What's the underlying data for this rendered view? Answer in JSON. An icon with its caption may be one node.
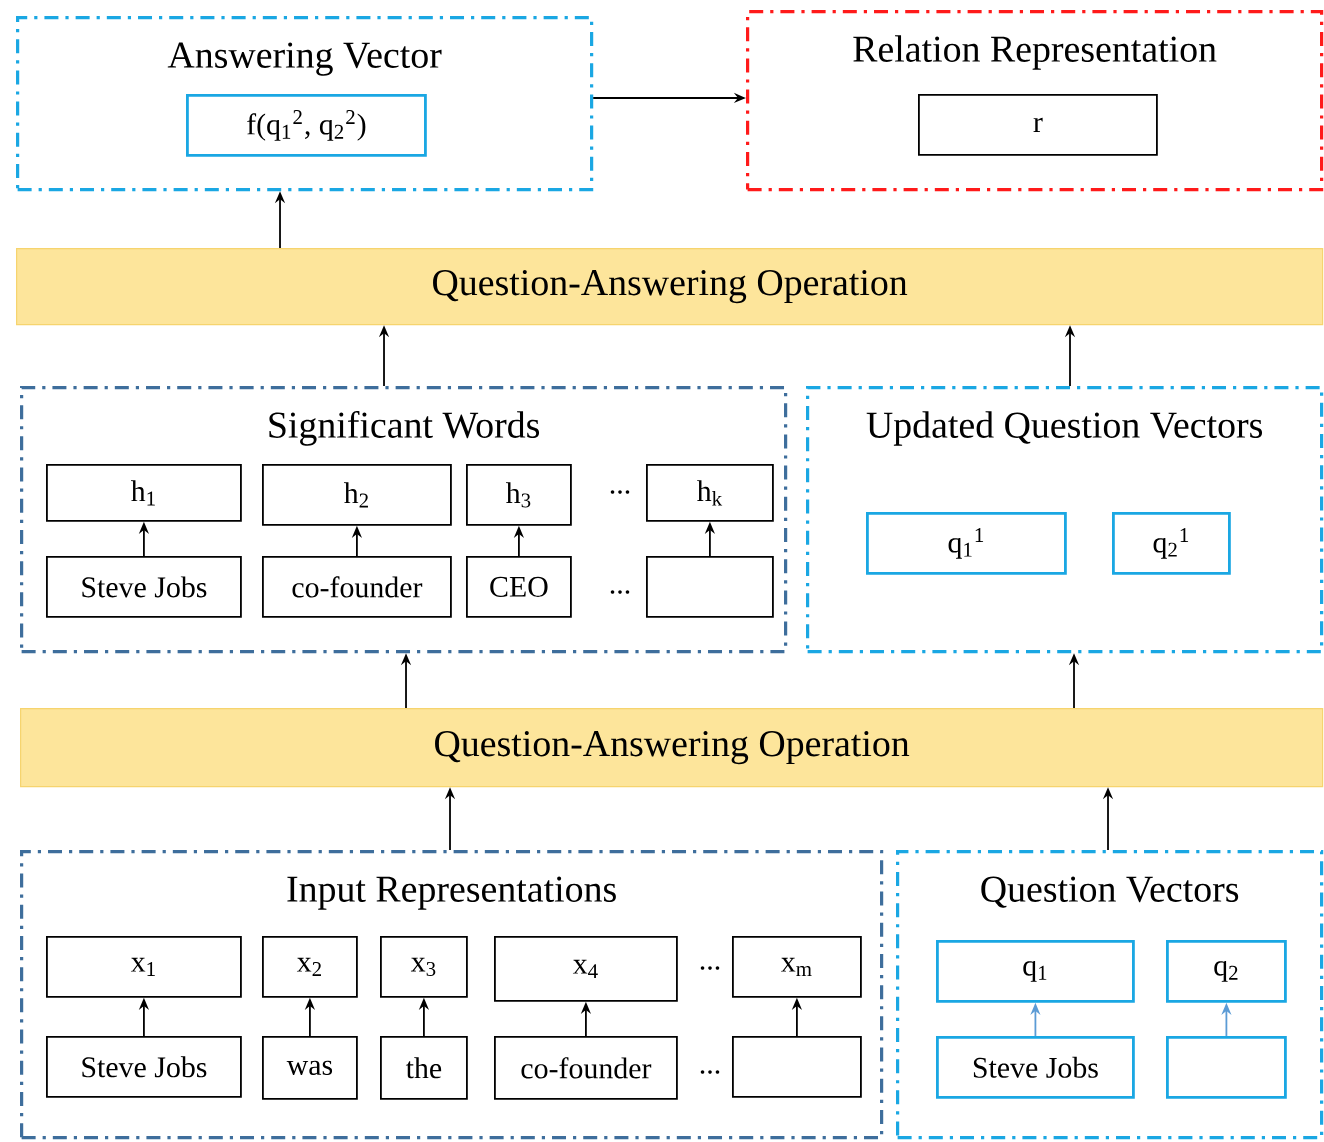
{
  "diagram": {
    "nodes": [
      {
        "text": [
          "Answering Vector"
        ]
      },
      {
        "text": [
          "f(q$_{1}$$^{2}$, q$_{2}$$^{2}$)"
        ],
        "in": 0
      },
      {
        "text": [
          "Relation Representation"
        ]
      },
      {
        "text": [
          "r"
        ],
        "in": 2
      },
      {
        "text": [
          "Question-Answering Operation"
        ]
      },
      {
        "text": [
          "Significant Words"
        ]
      },
      {
        "text": [
          "h$_{1}$"
        ],
        "in": 5
      },
      {
        "text": [
          "h$_{2}$"
        ],
        "in": 5
      },
      {
        "text": [
          "h$_{3}$"
        ],
        "in": 5
      },
      {
        "text": [
          "h$_{k}$"
        ],
        "in": 5
      },
      {
        "text": [
          "Steve Jobs"
        ],
        "in": 5
      },
      {
        "text": [
          "co-founder"
        ],
        "in": 5
      },
      {
        "text": [
          "CEO"
        ],
        "in": 5
      },
      {
        "text": [],
        "shape": "box",
        "in": 5
      },
      {
        "text": [
          "Updated Question Vectors"
        ]
      },
      {
        "text": [
          "q$_{1}$$^{1}$"
        ],
        "in": 14
      },
      {
        "text": [
          "q$_{2}$$^{1}$"
        ],
        "in": 14
      },
      {
        "text": [
          "Question-Answering Operation"
        ]
      },
      {
        "text": [
          "Input Representations"
        ]
      },
      {
        "text": [
          "x$_{1}$"
        ],
        "in": 18
      },
      {
        "text": [
          "x$_{2}$"
        ],
        "in": 18
      },
      {
        "text": [
          "x$_{3}$"
        ],
        "in": 18
      },
      {
        "text": [
          "x$_{4}$"
        ],
        "in": 18
      },
      {
        "text": [
          "x$_{m}$"
        ],
        "in": 18
      },
      {
        "text": [
          "Steve Jobs"
        ],
        "in": 18
      },
      {
        "text": [
          "was"
        ],
        "in": 18
      },
      {
        "text": [
          "the"
        ],
        "in": 18
      },
      {
        "text": [
          "co-founder"
        ],
        "in": 18
      },
      {
        "text": [],
        "shape": "box",
        "in": 18
      },
      {
        "text": [
          "Question Vectors"
        ]
      },
      {
        "text": [
          "q$_{1}$"
        ],
        "in": 29
      },
      {
        "text": [
          "q$_{2}$"
        ],
        "in": 29
      },
      {
        "text": [
          "Steve Jobs"
        ],
        "in": 29
      },
      {
        "text": [],
        "shape": "box",
        "in": 29
      }
    ],
    "edges": [
      {
        "from": 0,
        "to": 2,
        "arrow": "to"
      },
      {
        "from": 4,
        "to": 0,
        "arrow": "to"
      },
      {
        "from": 5,
        "to": 4,
        "arrow": "to"
      },
      {
        "from": 14,
        "to": 4,
        "arrow": "to"
      },
      {
        "from": 17,
        "to": 5,
        "arrow": "to"
      },
      {
        "from": 17,
        "to": 14,
        "arrow": "to"
      },
      {
        "from": 18,
        "to": 17,
        "arrow": "to"
      },
      {
        "from": 29,
        "to": 17,
        "arrow": "to"
      },
      {
        "from": 10,
        "to": 6,
        "arrow": "to"
      },
      {
        "from": 11,
        "to": 7,
        "arrow": "to"
      },
      {
        "from": 12,
        "to": 8,
        "arrow": "to"
      },
      {
        "from": 13,
        "to": 9,
        "arrow": "to"
      },
      {
        "from": 24,
        "to": 19,
        "arrow": "to"
      },
      {
        "from": 25,
        "to": 20,
        "arrow": "to"
      },
      {
        "from": 26,
        "to": 21,
        "arrow": "to"
      },
      {
        "from": 27,
        "to": 22,
        "arrow": "to"
      },
      {
        "from": 28,
        "to": 23,
        "arrow": "to"
      },
      {
        "from": 32,
        "to": 30,
        "arrow": "to",
        "color": "#5b9bd5"
      },
      {
        "from": 33,
        "to": 31,
        "arrow": "to",
        "color": "#5b9bd5"
      }
    ],
    "labels": [
      "...",
      "...",
      "...",
      "..."
    ]
  }
}
